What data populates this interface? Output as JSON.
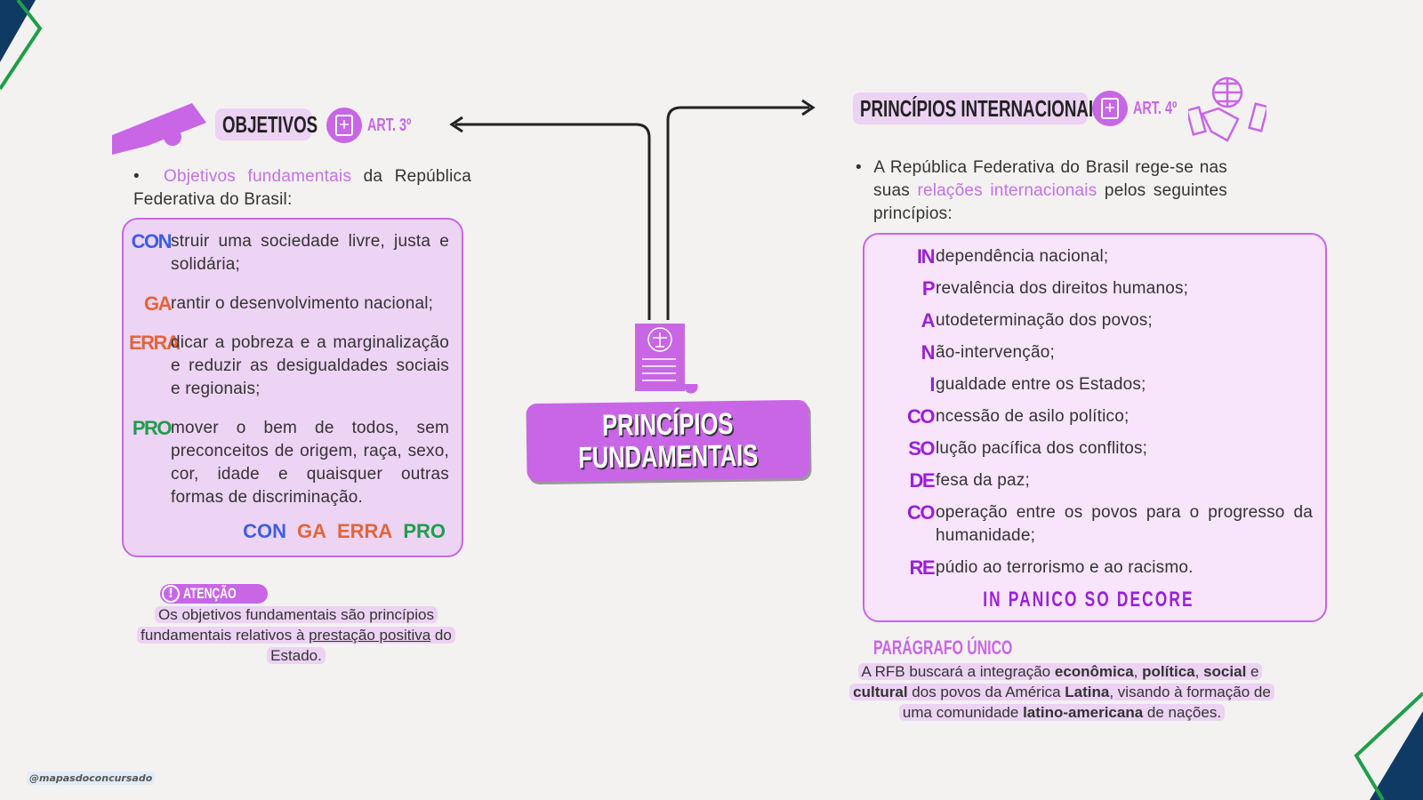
{
  "center": {
    "title_line1": "PRINCÍPIOS",
    "title_line2": "FUNDAMENTAIS"
  },
  "objetivos": {
    "title": "OBJETIVOS",
    "article": "ART. 3º",
    "intro": {
      "highlight": "Objetivos fundamentais",
      "rest": " da República Federativa do Brasil:"
    },
    "items": [
      {
        "prefix": "CON",
        "text": "struir uma sociedade livre, justa e solidária;",
        "color": "#3b5fe0"
      },
      {
        "prefix": "GA",
        "text": "rantir o desenvolvimento nacional;",
        "color": "#e0663a"
      },
      {
        "prefix": "ERRA",
        "text": "dicar a pobreza e a marginalização e reduzir as desigualdades sociais e regionais;",
        "color": "#e0663a"
      },
      {
        "prefix": "PRO",
        "text": "mover o bem de todos, sem preconceitos de origem, raça, sexo, cor, idade e quaisquer outras formas de discriminação.",
        "color": "#1e9e4a"
      }
    ],
    "mnemonic": [
      {
        "text": "CON",
        "color": "#3b5fe0"
      },
      {
        "text": "GA",
        "color": "#e0663a"
      },
      {
        "text": "ERRA",
        "color": "#e0663a"
      },
      {
        "text": "PRO",
        "color": "#1e9e4a"
      }
    ],
    "attention": {
      "label": "ATENÇÃO",
      "text_before": "Os objetivos fundamentais são princípios fundamentais relativos à ",
      "underlined": "prestação positiva",
      "text_after": " do Estado."
    }
  },
  "internacionais": {
    "title": "PRINCÍPIOS INTERNACIONAIS",
    "article": "ART. 4º",
    "intro": {
      "before": "A República Federativa do Brasil rege-se nas suas ",
      "highlight": "relações internacionais",
      "after": " pelos seguintes princípios:"
    },
    "items": [
      {
        "prefix": "IN",
        "text": "dependência nacional;"
      },
      {
        "prefix": "P",
        "text": "revalência dos direitos humanos;"
      },
      {
        "prefix": "A",
        "text": "utodeterminação dos povos;"
      },
      {
        "prefix": "N",
        "text": "ão-intervenção;"
      },
      {
        "prefix": "I",
        "text": "gualdade entre os Estados;"
      },
      {
        "prefix": "CO",
        "text": "ncessão de asilo político;"
      },
      {
        "prefix": "SO",
        "text": "lução pacífica dos conflitos;"
      },
      {
        "prefix": "DE",
        "text": "fesa da paz;"
      },
      {
        "prefix": "CO",
        "text": "operação entre os povos para o progresso da humanidade;"
      },
      {
        "prefix": "RE",
        "text": "púdio ao terrorismo e ao racismo."
      }
    ],
    "mnemonic": "IN PANICO SO DECORE"
  },
  "paragrafo": {
    "title": "PARÁGRAFO ÚNICO",
    "segments": [
      {
        "text": "A RFB buscará a integração ",
        "bold": false
      },
      {
        "text": "econômica",
        "bold": true
      },
      {
        "text": ", ",
        "bold": false
      },
      {
        "text": "política",
        "bold": true
      },
      {
        "text": ", ",
        "bold": false
      },
      {
        "text": "social",
        "bold": true
      },
      {
        "text": " e ",
        "bold": false
      },
      {
        "text": "cultural",
        "bold": true
      },
      {
        "text": " dos povos da América ",
        "bold": false
      },
      {
        "text": "Latina",
        "bold": true
      },
      {
        "text": ", visando à formação de uma comunidade ",
        "bold": false
      },
      {
        "text": "latino-americana",
        "bold": true
      },
      {
        "text": " de nações.",
        "bold": false
      }
    ]
  },
  "watermark": "@mapasdoconcursado",
  "colors": {
    "accent": "#c866e6",
    "light": "#ecd2f3",
    "corner": "#0f3a64",
    "corner_line": "#1e9e4a"
  },
  "icons": [
    "handshake-icon",
    "law-book-icon",
    "globe-handshake-icon",
    "legal-document-icon",
    "exclamation-icon"
  ]
}
